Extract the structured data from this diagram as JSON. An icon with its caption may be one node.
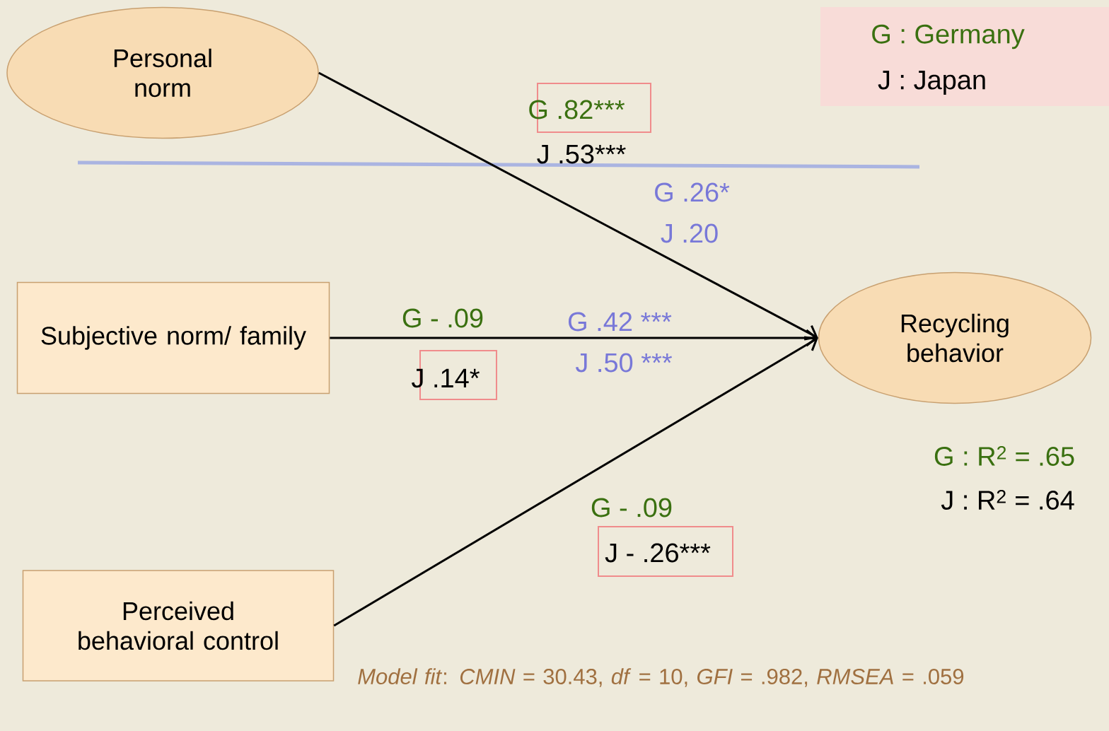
{
  "diagram": {
    "nodes": [
      {
        "text": [
          "Personal norm"
        ]
      },
      {
        "text": [
          "Subjective norm/ family"
        ]
      },
      {
        "text": [
          "Perceived behavioral control"
        ]
      },
      {
        "text": [
          "Recycling behavior"
        ]
      }
    ],
    "edges": [
      {
        "from": 0,
        "to": 3,
        "arrow": "to"
      },
      {
        "from": 1,
        "to": 3,
        "arrow": "to"
      },
      {
        "from": 2,
        "to": 3,
        "arrow": "to"
      }
    ],
    "labels": [
      "G .82***",
      "J .53***",
      "G .26*",
      "J .20",
      "G - .09",
      "J .14*",
      "G .42 ***",
      "J .50 ***",
      "G - .09",
      "J - .26***",
      "G : R$^{2}$ = .65",
      "J : R$^{2}$ = .64",
      "G : Germany",
      "J : Japan",
      "*Model fit*: *CMIN* = 30.43, *df* = 10, *GFI* = .982, *RMSEA* = .059"
    ]
  }
}
